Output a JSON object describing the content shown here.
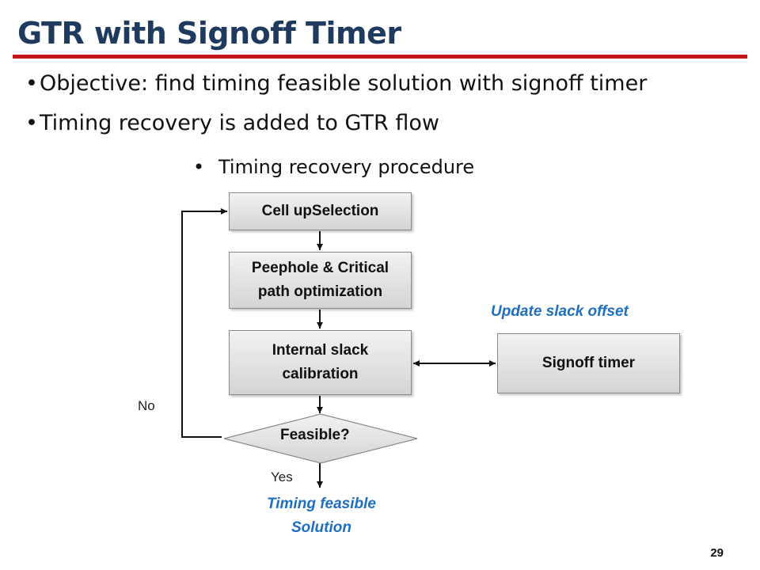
{
  "slide": {
    "title": "GTR with Signoff Timer",
    "bullets": [
      "Objective: find timing feasible solution with signoff timer",
      "Timing recovery is added to GTR flow"
    ],
    "sub_bullet": "Timing recovery procedure",
    "page_number": "29"
  },
  "flowchart": {
    "nodes": {
      "cell_upselection": "Cell upSelection",
      "peephole_line1": "Peephole & Critical",
      "peephole_line2": "path optimization",
      "calibration_line1": "Internal slack",
      "calibration_line2": "calibration",
      "feasible": "Feasible?",
      "signoff_timer": "Signoff timer"
    },
    "edge_labels": {
      "no": "No",
      "yes": "Yes",
      "update_slack_offset": "Update slack offset"
    },
    "result_line1": "Timing feasible",
    "result_line2": "Solution"
  },
  "colors": {
    "title": "#1f3a5f",
    "rule": "#c4171b",
    "accent_text": "#1f6fc0"
  }
}
